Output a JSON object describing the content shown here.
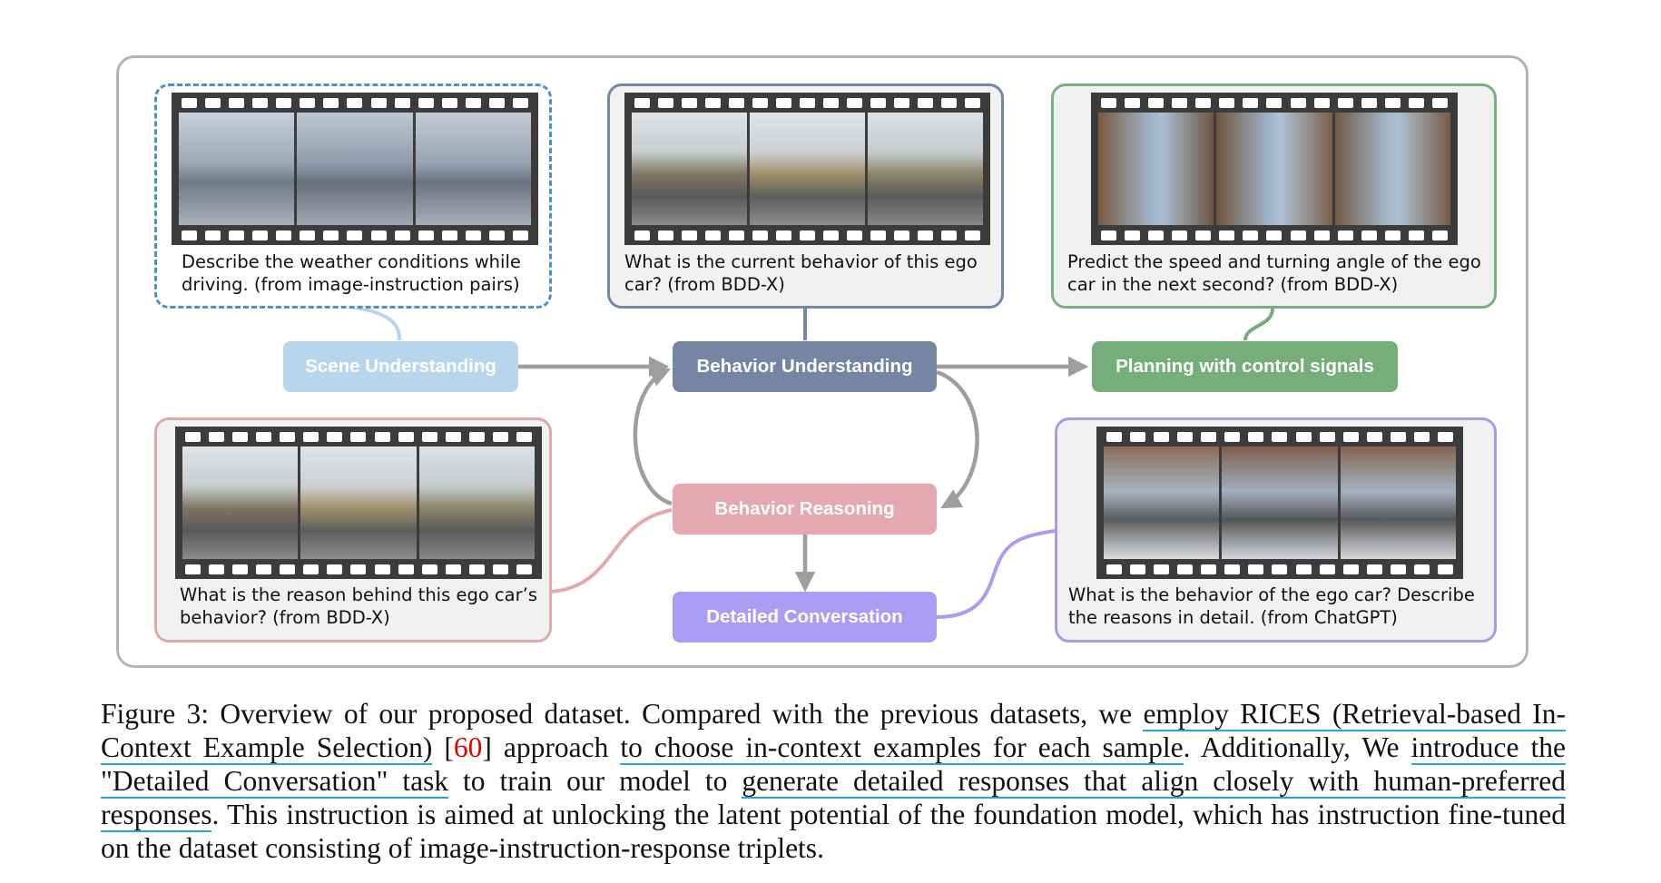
{
  "figure": {
    "cards": [
      {
        "id": "scene",
        "question": "Describe the weather conditions while driving. (from image-instruction pairs)",
        "border": "#4a90d9",
        "border_style": "dashed"
      },
      {
        "id": "behavior",
        "question": "What is the current behavior of this ego car? (from BDD-X)",
        "border": "#7587a6",
        "border_style": "solid"
      },
      {
        "id": "planning",
        "question": "Predict the speed and turning angle of the ego car in the next second? (from BDD-X)",
        "border": "#78b07f",
        "border_style": "solid"
      },
      {
        "id": "reasoning",
        "question": "What is the reason behind this ego car’s behavior? (from BDD-X)",
        "border": "#e2a6ac",
        "border_style": "solid"
      },
      {
        "id": "conversation",
        "question": "What is the behavior of the ego car? Describe the reasons in detail. (from ChatGPT)",
        "border": "#a99ae8",
        "border_style": "solid"
      }
    ],
    "nodes": {
      "scene_understanding": {
        "label": "Scene Understanding",
        "color": "#b7d6ee"
      },
      "behavior_understanding": {
        "label": "Behavior Understanding",
        "color": "#7585a3"
      },
      "planning": {
        "label": "Planning with control signals",
        "color": "#76ae7b"
      },
      "behavior_reasoning": {
        "label": "Behavior Reasoning",
        "color": "#e4a9b0"
      },
      "detailed_conversation": {
        "label": "Detailed Conversation",
        "color": "#ab9cf3"
      }
    }
  },
  "caption": {
    "part1": "Figure 3: Overview of our proposed dataset. Compared with the previous datasets, we ",
    "link1": "employ RICES (Retrieval-based In-Context Example Selection)",
    "part2": " [",
    "cite": "60",
    "part3": "] approach ",
    "link2": "to choose in-context examples for each sample",
    "part4": ". Additionally, We ",
    "link3": "introduce the \"Detailed Conversation\" task",
    "part5": " to train our model to ",
    "link4": "generate detailed responses that align closely with human-preferred responses",
    "part6": ". This instruction is aimed at unlocking the latent potential of the foundation model, which has instruction fine-tuned on the dataset consisting of image-instruction-response triplets.",
    "highlight_color": "#2aa2dc",
    "cite_color": "#e00000"
  }
}
